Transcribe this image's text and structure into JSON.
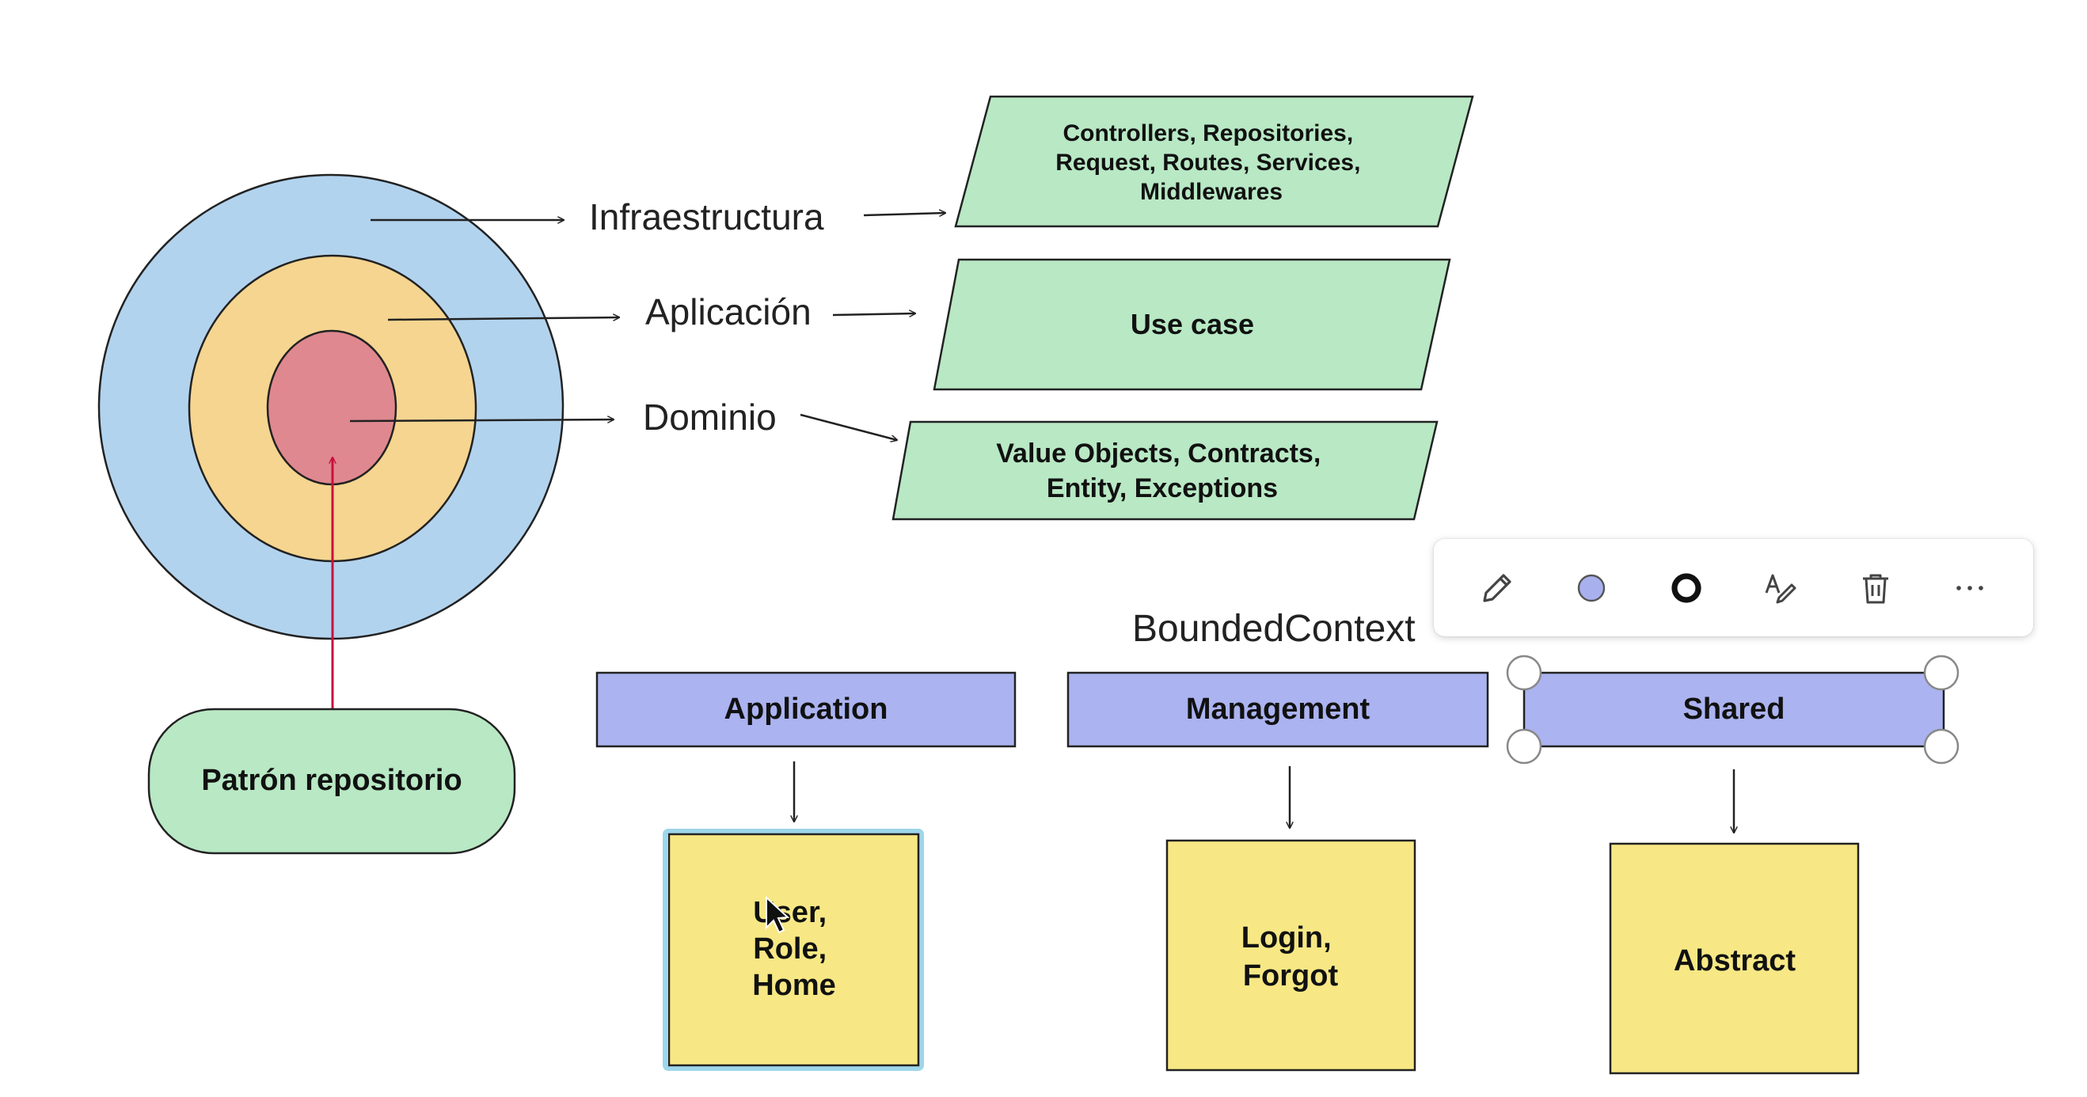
{
  "colors": {
    "outer_ring": "#b2d3ee",
    "middle_ring": "#f5d590",
    "core": "#e0888f",
    "green_box": "#b8e8c4",
    "purple_box": "#abb3f0",
    "yellow_note": "#f7e885",
    "pointer_arrow": "#c8103e",
    "selection_outline": "#9ed6ea",
    "fill_swatch": "#a9b0ee"
  },
  "layers": {
    "infra": "Infraestructura",
    "app": "Aplicación",
    "domain": "Dominio"
  },
  "boxes": {
    "infra_lines": [
      "Controllers, Repositories,",
      "Request, Routes, Services,",
      "Middlewares"
    ],
    "usecase_lines": [
      "Use case"
    ],
    "domain_lines": [
      "Value Objects, Contracts,",
      "Entity, Exceptions"
    ]
  },
  "pattern": "Patrón repositorio",
  "bounded": {
    "title": "BoundedContext",
    "contexts": [
      {
        "name": "Application",
        "note_lines": [
          "User,",
          "Role,",
          "Home"
        ]
      },
      {
        "name": "Management",
        "note_lines": [
          "Login,",
          "Forgot"
        ]
      },
      {
        "name": "Shared",
        "note_lines": [
          "Abstract"
        ]
      }
    ]
  },
  "toolbar": {
    "items": [
      "pencil-icon",
      "fill-color-icon",
      "stroke-icon",
      "text-style-icon",
      "trash-icon",
      "more-icon"
    ]
  }
}
